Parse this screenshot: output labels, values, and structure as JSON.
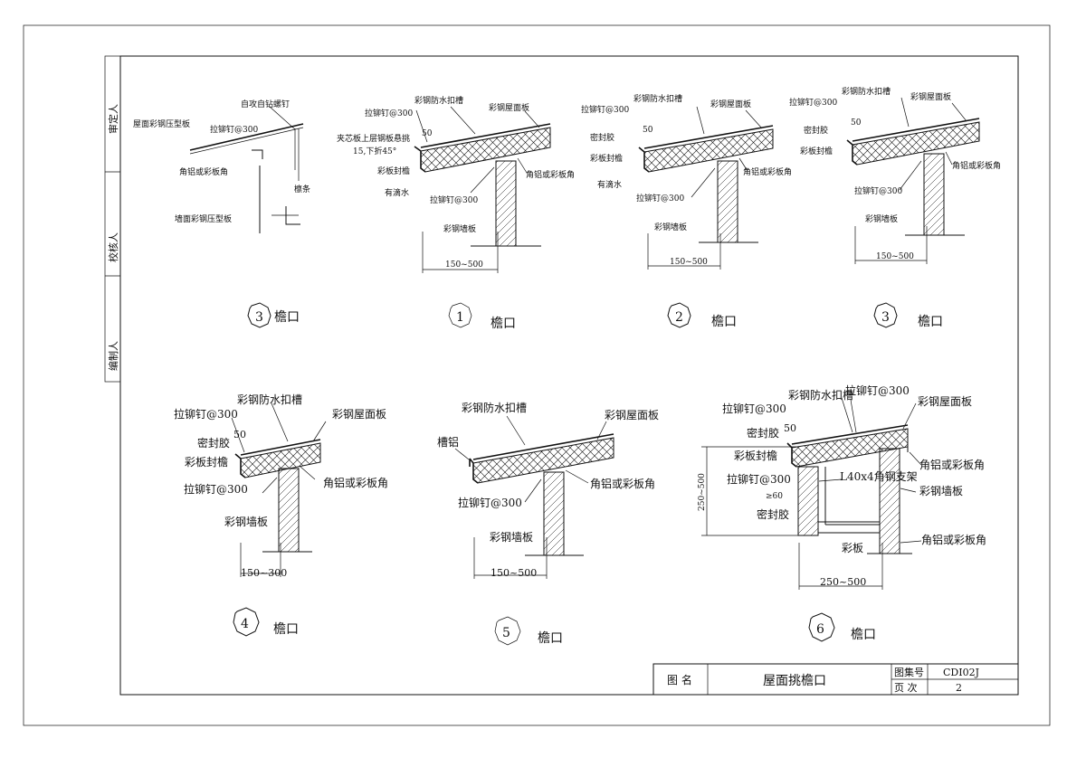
{
  "side_labels": [
    "审定人",
    "校核人",
    "编制人"
  ],
  "title_block": {
    "name_label": "图 名",
    "title": "屋面挑檐口",
    "atlas_label": "图集号",
    "atlas_value": "CDI02J",
    "page_label": "页  次",
    "page_value": "2"
  },
  "details": [
    {
      "num": "3",
      "caption": "檐口",
      "labels": [
        "自攻自钻螺钉",
        "屋面彩钢压型板",
        "拉铆钉@300",
        "角铝或彩板角",
        "檩条",
        "墙面彩钢压型板"
      ]
    },
    {
      "num": "1",
      "caption": "檐口",
      "labels": [
        "彩钢防水扣槽",
        "彩钢屋面板",
        "拉铆钉@300",
        "夹芯板上层钢板悬挑",
        "15,下折45°",
        "50",
        "彩板封檐",
        "角铝或彩板角",
        "有滴水",
        "拉铆钉@300",
        "彩钢墙板"
      ],
      "dim": "150~500"
    },
    {
      "num": "2",
      "caption": "檐口",
      "labels": [
        "彩钢防水扣槽",
        "彩钢屋面板",
        "拉铆钉@300",
        "50",
        "密封胶",
        "彩板封檐",
        "角铝或彩板角",
        "有滴水",
        "拉铆钉@300",
        "彩钢墙板"
      ],
      "dim": "150~500"
    },
    {
      "num": "3",
      "caption": "檐口",
      "labels": [
        "彩钢防水扣槽",
        "彩钢屋面板",
        "拉铆钉@300",
        "50",
        "密封胶",
        "彩板封檐",
        "角铝或彩板角",
        "拉铆钉@300",
        "彩钢墙板"
      ],
      "dim": "150~500"
    },
    {
      "num": "4",
      "caption": "檐口",
      "labels": [
        "彩钢防水扣槽",
        "拉铆钉@300",
        "彩钢屋面板",
        "50",
        "密封胶",
        "彩板封檐",
        "拉铆钉@300",
        "角铝或彩板角",
        "彩钢墙板"
      ],
      "dim": "150~300"
    },
    {
      "num": "5",
      "caption": "檐口",
      "labels": [
        "彩钢防水扣槽",
        "彩钢屋面板",
        "槽铝",
        "拉铆钉@300",
        "角铝或彩板角",
        "彩钢墙板"
      ],
      "dim": "150~500"
    },
    {
      "num": "6",
      "caption": "檐口",
      "labels": [
        "彩钢防水扣槽",
        "拉铆钉@300",
        "拉铆钉@300",
        "彩钢屋面板",
        "密封胶",
        "50",
        "彩板封檐",
        "角铝或彩板角",
        "拉铆钉@300",
        "L40x4角钢支架",
        "≥60",
        "彩钢墙板",
        "密封胶",
        "彩板",
        "角铝或彩板角"
      ],
      "dim": "250~500",
      "dim_v": "250~500"
    }
  ]
}
